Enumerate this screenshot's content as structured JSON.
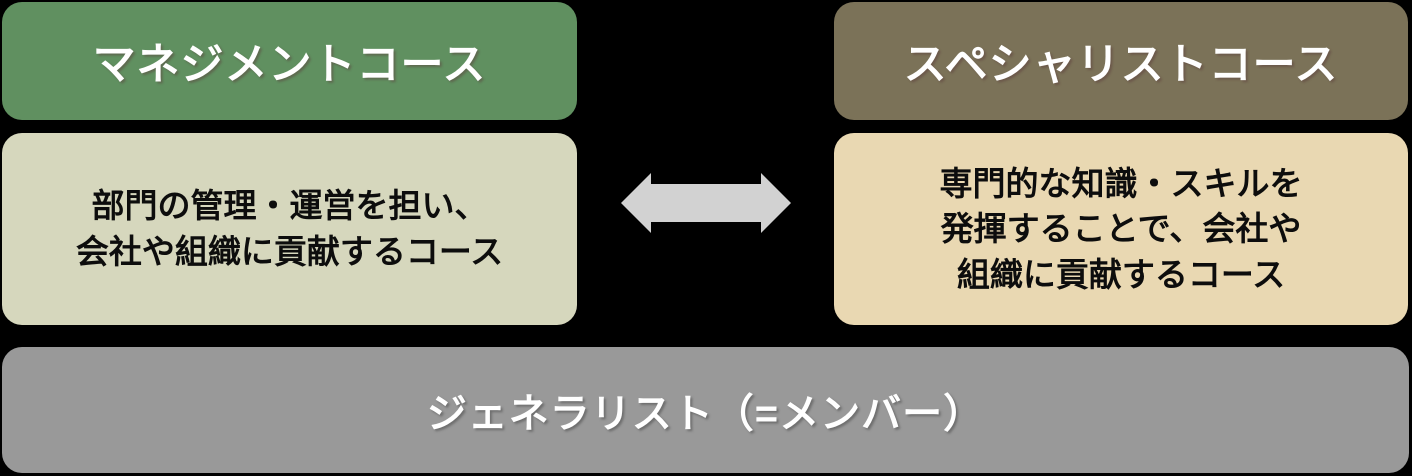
{
  "diagram": {
    "background_color": "#000000",
    "left_course": {
      "title": "マネジメントコース",
      "description": "部門の管理・運営を担い、\n会社や組織に貢献するコース",
      "header_color": "#609060",
      "body_color": "#d6d7bd",
      "title_text_color": "#ffffff",
      "body_text_color": "#0d0d0d"
    },
    "right_course": {
      "title": "スペシャリストコース",
      "description": "専門的な知識・スキルを\n発揮することで、会社や\n組織に貢献するコース",
      "header_color": "#7b7258",
      "body_color": "#e9d8b2",
      "title_text_color": "#ffffff",
      "body_text_color": "#0d0d0d"
    },
    "arrow": {
      "icon": "double-headed-arrow",
      "color": "#d2d2d2"
    },
    "base": {
      "label": "ジェネラリスト（=メンバー）",
      "color": "#999999",
      "text_color": "#ffffff"
    }
  }
}
